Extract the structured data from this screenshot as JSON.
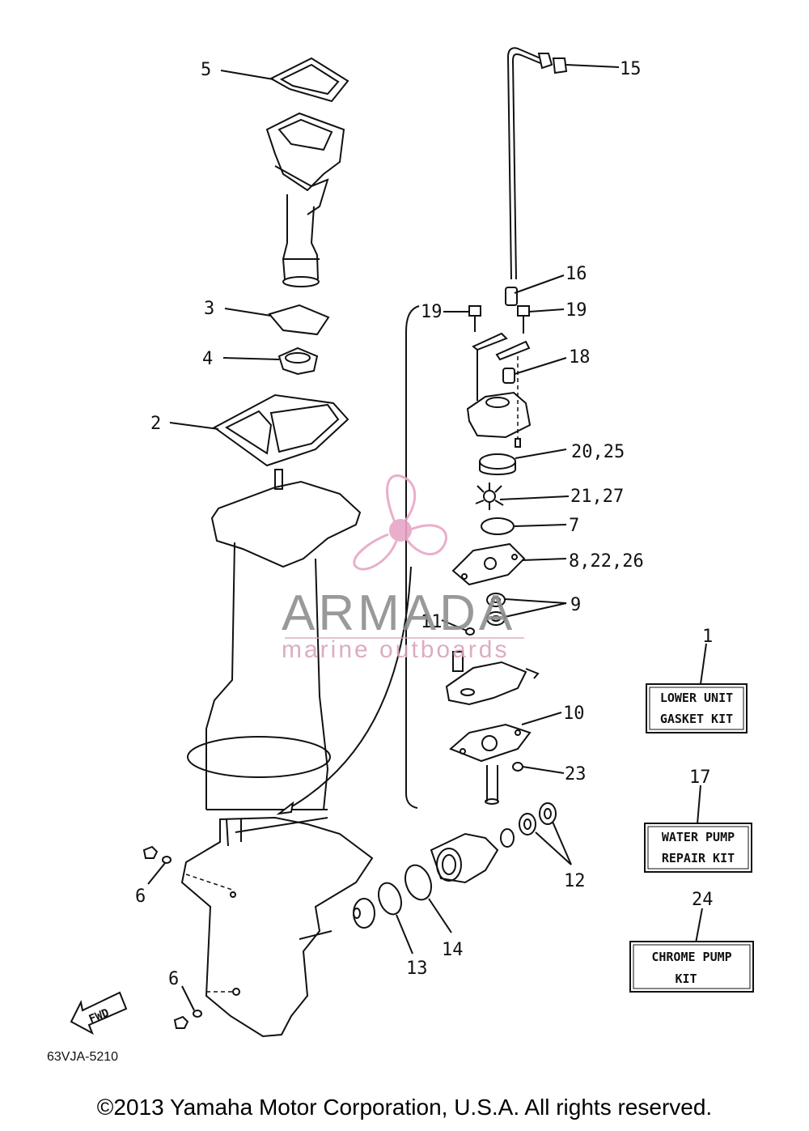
{
  "callouts": [
    {
      "id": "5",
      "label": "5"
    },
    {
      "id": "3",
      "label": "3"
    },
    {
      "id": "4",
      "label": "4"
    },
    {
      "id": "2",
      "label": "2"
    },
    {
      "id": "15",
      "label": "15"
    },
    {
      "id": "16",
      "label": "16"
    },
    {
      "id": "19a",
      "label": "19"
    },
    {
      "id": "19b",
      "label": "19"
    },
    {
      "id": "18",
      "label": "18"
    },
    {
      "id": "20",
      "label": "20,25"
    },
    {
      "id": "21",
      "label": "21,27"
    },
    {
      "id": "7",
      "label": "7"
    },
    {
      "id": "8",
      "label": "8,22,26"
    },
    {
      "id": "9",
      "label": "9"
    },
    {
      "id": "11",
      "label": "11"
    },
    {
      "id": "10",
      "label": "10"
    },
    {
      "id": "23",
      "label": "23"
    },
    {
      "id": "12",
      "label": "12"
    },
    {
      "id": "14",
      "label": "14"
    },
    {
      "id": "13",
      "label": "13"
    },
    {
      "id": "6a",
      "label": "6"
    },
    {
      "id": "6b",
      "label": "6"
    },
    {
      "id": "1",
      "label": "1"
    },
    {
      "id": "17",
      "label": "17"
    },
    {
      "id": "24",
      "label": "24"
    }
  ],
  "kits": [
    {
      "id": "lower-unit-gasket-kit",
      "line1": "LOWER UNIT",
      "line2": "GASKET KIT"
    },
    {
      "id": "water-pump-repair-kit",
      "line1": "WATER PUMP",
      "line2": "REPAIR KIT"
    },
    {
      "id": "chrome-pump-kit",
      "line1": "CHROME PUMP",
      "line2": "KIT"
    }
  ],
  "fwd_label": "FWD",
  "diagram_code": "63VJA-5210",
  "watermark": {
    "brand": "ARMADA",
    "tagline": "marine outboards",
    "color": "#e7a6c6"
  },
  "copyright": "©2013 Yamaha Motor Corporation, U.S.A. All rights reserved."
}
